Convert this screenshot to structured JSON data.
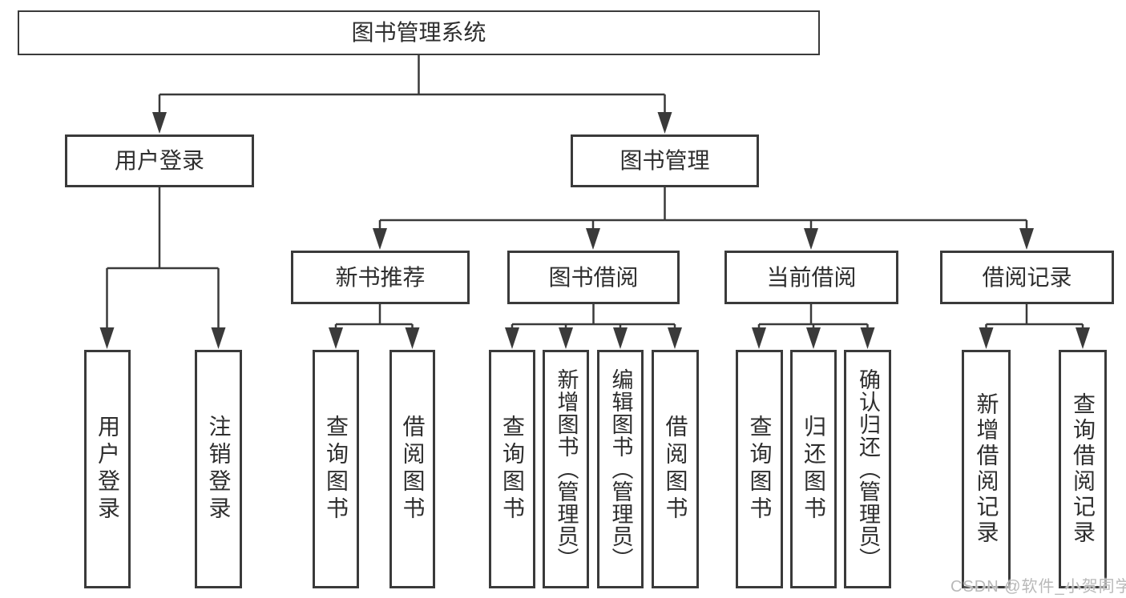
{
  "diagram": {
    "watermark": "CSDN @软件_小贺同学",
    "colors": {
      "line": "#3a3a3a",
      "text": "#2e2e2e",
      "box_background": "#ffffff",
      "page_background": "#ffffff",
      "watermark": "#b9b9b9"
    },
    "tree": {
      "label": "图书管理系统",
      "children": [
        {
          "label": "用户登录",
          "children": [
            {
              "label": "用户登录"
            },
            {
              "label": "注销登录"
            }
          ]
        },
        {
          "label": "图书管理",
          "children": [
            {
              "label": "新书推荐",
              "children": [
                {
                  "label": "查询图书"
                },
                {
                  "label": "借阅图书"
                }
              ]
            },
            {
              "label": "图书借阅",
              "children": [
                {
                  "label": "查询图书"
                },
                {
                  "label": "新增图书（管理员）"
                },
                {
                  "label": "编辑图书（管理员）"
                },
                {
                  "label": "借阅图书"
                }
              ]
            },
            {
              "label": "当前借阅",
              "children": [
                {
                  "label": "查询图书"
                },
                {
                  "label": "归还图书"
                },
                {
                  "label": "确认归还（管理员）"
                }
              ]
            },
            {
              "label": "借阅记录",
              "children": [
                {
                  "label": "新增借阅记录"
                },
                {
                  "label": "查询借阅记录"
                }
              ]
            }
          ]
        }
      ]
    }
  }
}
